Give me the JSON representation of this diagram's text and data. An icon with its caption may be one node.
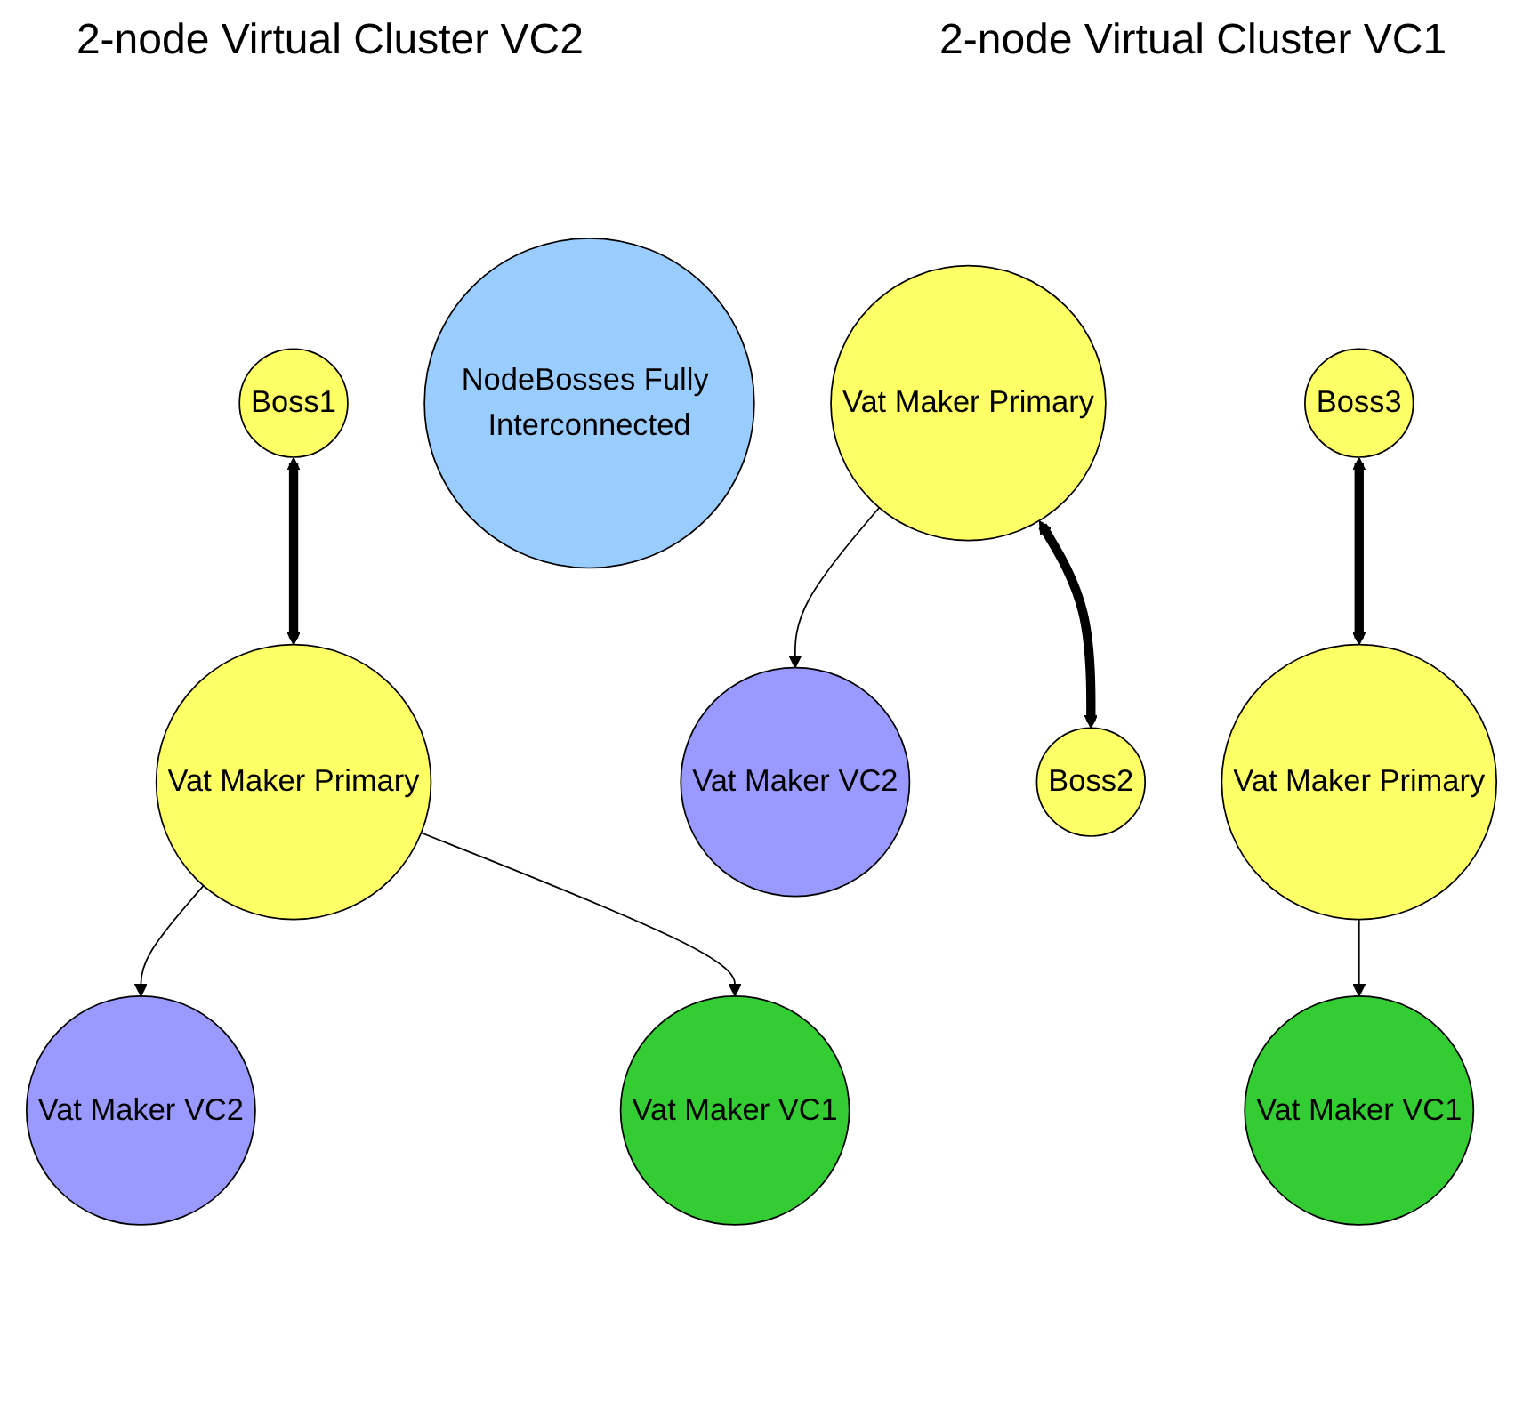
{
  "diagram": {
    "nodes": [
      {
        "text": [
          "Vat Maker VC2"
        ]
      },
      {
        "text": [
          "Vat Maker Primary"
        ]
      },
      {
        "text": [
          "Vat Maker VC1"
        ]
      },
      {
        "text": [
          "Boss1"
        ]
      },
      {
        "text": [
          "NodeBosses Fully Interconnected"
        ]
      },
      {
        "text": [
          "Vat Maker VC2"
        ]
      },
      {
        "text": [
          "Boss2"
        ]
      },
      {
        "text": [
          "Boss3"
        ]
      },
      {
        "text": [
          "Vat Maker VC1"
        ]
      },
      {
        "text": [
          "Vat Maker Primary"
        ]
      },
      {
        "text": [
          "Vat Maker Primary"
        ]
      }
    ],
    "edges": [
      {
        "from": 1,
        "to": 0,
        "arrow": "to"
      },
      {
        "from": 1,
        "to": 2,
        "arrow": "to"
      },
      {
        "from": 3,
        "to": 1,
        "arrow": "both",
        "style": "thick"
      },
      {
        "from": 9,
        "to": 5,
        "arrow": "to"
      },
      {
        "from": 9,
        "to": 6,
        "arrow": "both",
        "style": "thick"
      },
      {
        "from": 7,
        "to": 10,
        "arrow": "both",
        "style": "thick"
      },
      {
        "from": 10,
        "to": 8,
        "arrow": "to"
      }
    ],
    "labels": [
      "2-node Virtual Cluster VC2",
      "2-node Virtual Cluster VC1"
    ]
  }
}
